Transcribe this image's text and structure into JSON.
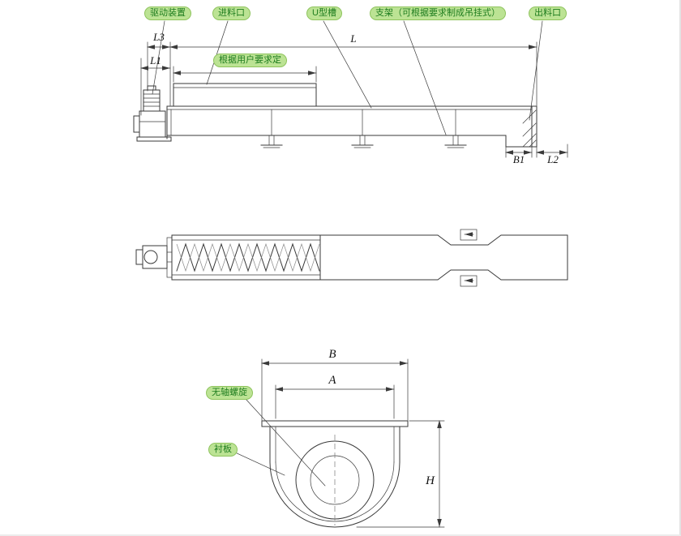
{
  "drawing": {
    "callouts": {
      "drive": "驱动装置",
      "inlet": "进料口",
      "u_trough": "U型槽",
      "bracket": "支架（可根据要求制成吊挂式）",
      "outlet": "出料口",
      "user_defined": "根据用户要求定",
      "shaftless_screw": "无轴螺旋",
      "liner": "衬板"
    },
    "dims": {
      "l3": "L3",
      "l1": "L1",
      "l": "L",
      "b1": "B1",
      "l2": "L2",
      "b": "B",
      "a": "A",
      "h": "H"
    }
  },
  "colors": {
    "label_bg": "#bce394",
    "label_border": "#8fc45e",
    "label_text": "#1f7d1f",
    "line": "#3a3a3a",
    "paper": "#ffffff"
  }
}
